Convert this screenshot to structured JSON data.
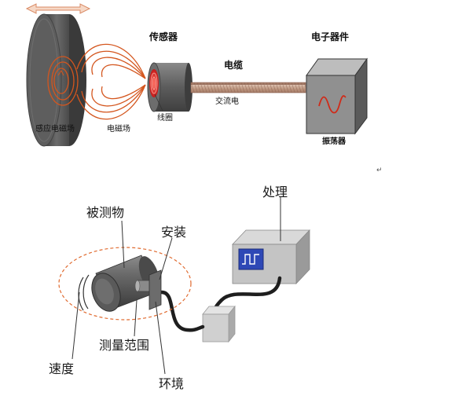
{
  "top_diagram": {
    "labels": {
      "sensor": "传感器",
      "electronics": "电子器件",
      "cable": "电缆",
      "ac": "交流电",
      "coil": "线圈",
      "induced_field": "感应电磁场",
      "em_field": "电磁场",
      "oscillator": "振荡器"
    }
  },
  "paragraph_mark": "↵",
  "bottom_diagram": {
    "labels": {
      "processing": "处理",
      "measured_object": "被测物",
      "installation": "安装",
      "measuring_range": "测量范围",
      "speed": "速度",
      "environment": "环境"
    }
  },
  "colors": {
    "disk": "#5a5a5a",
    "field_lines": "#d4561e",
    "coil": "#e02a2a",
    "cable": "#c9a58e",
    "arrow": "#e3a07e",
    "screen": "#2e48b6",
    "dashed_ellipse": "#e06a2f"
  },
  "icons": {
    "screen_waveform": "square-wave-icon",
    "oscillator_waveform": "sine-wave-icon",
    "motion_arrow": "double-arrow-icon"
  }
}
